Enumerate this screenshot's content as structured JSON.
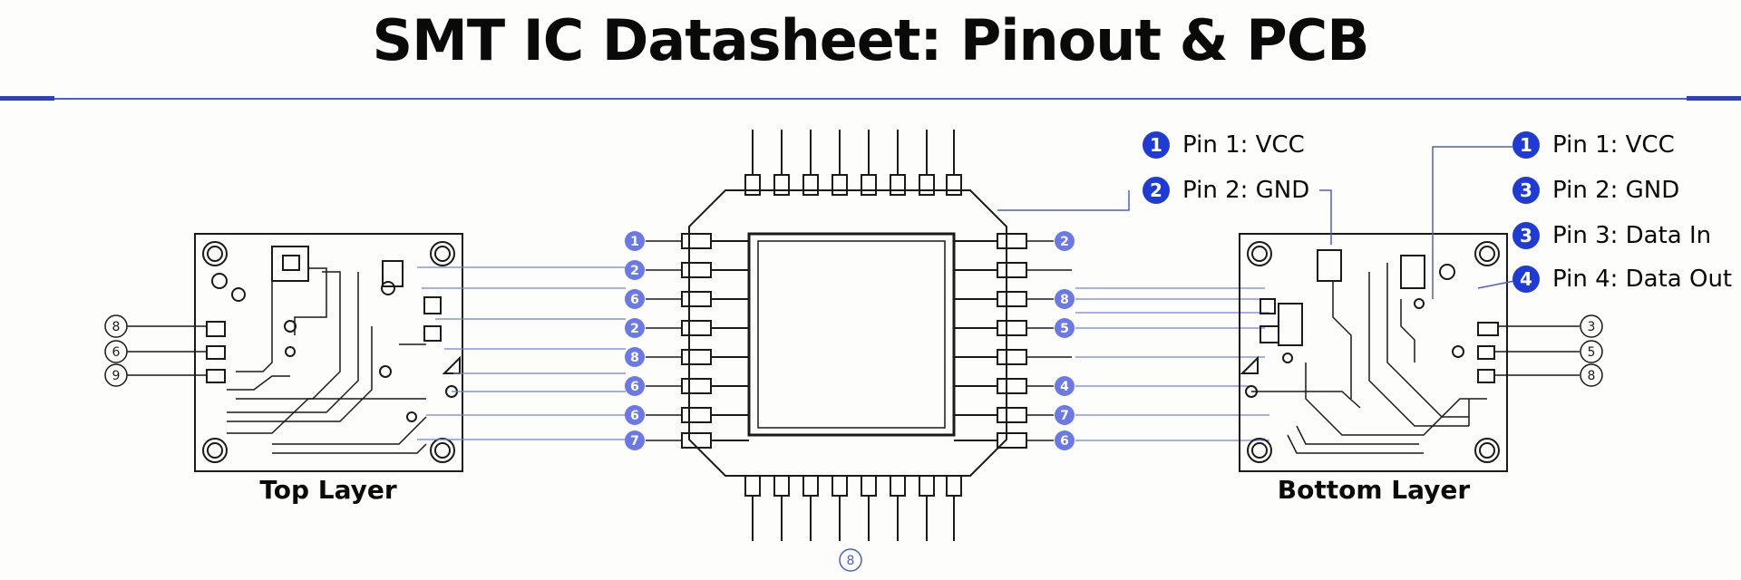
{
  "title": "SMT IC Datasheet: Pinout & PCB",
  "top_layer_label": "Top Layer",
  "bottom_layer_label": "Bottom Layer",
  "legend_center": [
    {
      "num": "1",
      "text": "Pin 1: VCC"
    },
    {
      "num": "2",
      "text": "Pin 2: GND"
    }
  ],
  "legend_right": [
    {
      "num": "1",
      "text": "Pin 1: VCC"
    },
    {
      "num": "3",
      "text": "Pin 2: GND"
    },
    {
      "num": "3",
      "text": "Pin 3: Data In"
    },
    {
      "num": "4",
      "text": "Pin 4: Data Out"
    }
  ],
  "ic_left_markers": [
    "1",
    "2",
    "6",
    "2",
    "8",
    "6",
    "6",
    "7"
  ],
  "ic_right_markers": [
    "2",
    "",
    "8",
    "5",
    "",
    "4",
    "7",
    "6"
  ],
  "ic_bottom_marker": "8",
  "top_board_side_markers": [
    "8",
    "6",
    "9"
  ],
  "bottom_board_side_markers": [
    "3",
    "5",
    "8"
  ],
  "colors": {
    "accent": "#1f3bd6",
    "trace": "#4a5fd0",
    "ink": "#1a1a1a"
  }
}
